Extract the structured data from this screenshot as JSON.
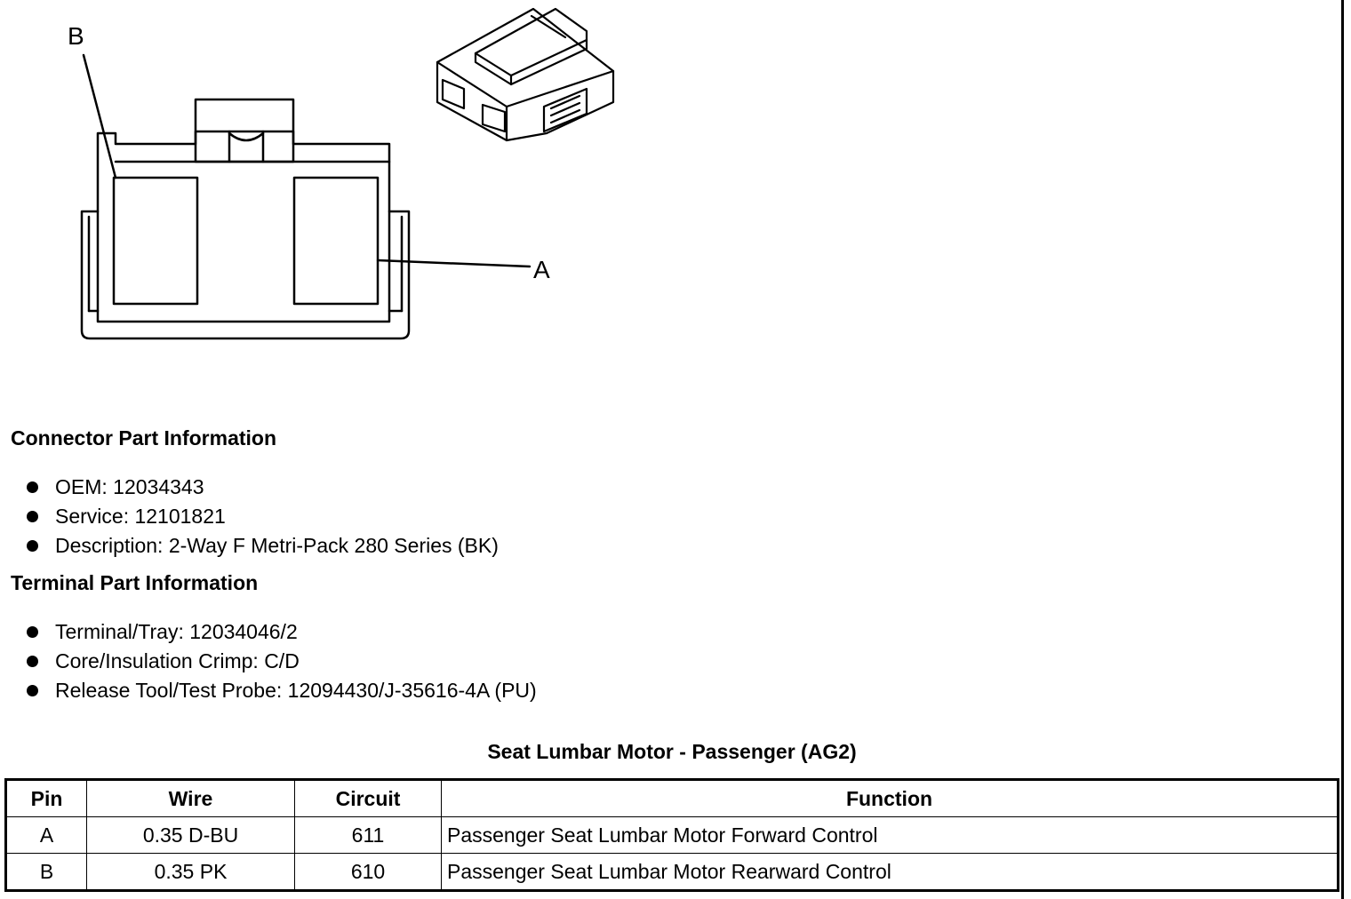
{
  "diagram": {
    "callout_a": "A",
    "callout_b": "B"
  },
  "connector_info": {
    "heading": "Connector Part Information",
    "items": [
      "OEM: 12034343",
      "Service: 12101821",
      "Description: 2-Way F Metri-Pack 280 Series (BK)"
    ]
  },
  "terminal_info": {
    "heading": "Terminal Part Information",
    "items": [
      "Terminal/Tray: 12034046/2",
      "Core/Insulation Crimp: C/D",
      "Release Tool/Test Probe: 12094430/J-35616-4A (PU)"
    ]
  },
  "table": {
    "title": "Seat Lumbar Motor - Passenger (AG2)",
    "headers": [
      "Pin",
      "Wire",
      "Circuit",
      "Function"
    ],
    "rows": [
      [
        "A",
        "0.35 D-BU",
        "611",
        "Passenger Seat Lumbar Motor Forward Control"
      ],
      [
        "B",
        "0.35 PK",
        "610",
        "Passenger Seat Lumbar Motor Rearward Control"
      ]
    ]
  }
}
